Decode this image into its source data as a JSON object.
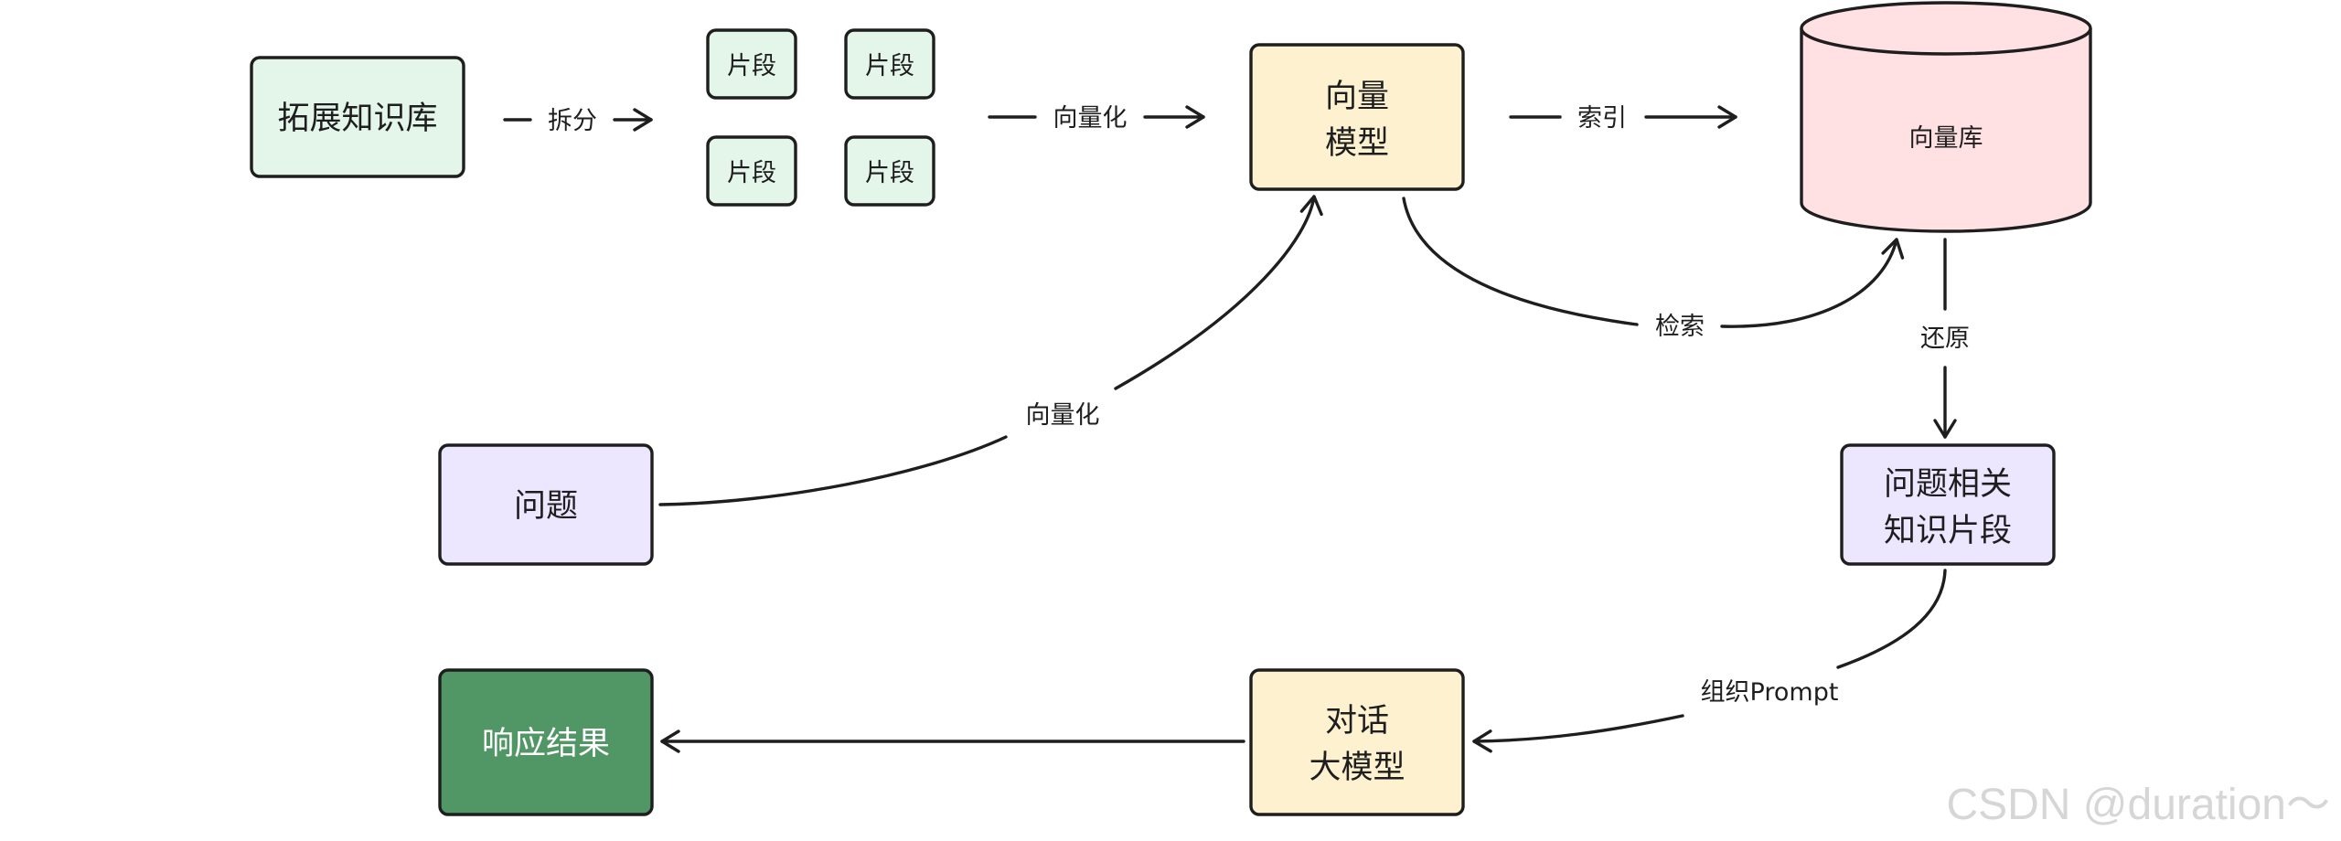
{
  "nodes": {
    "knowledge_base": "拓展知识库",
    "fragment_1": "片段",
    "fragment_2": "片段",
    "fragment_3": "片段",
    "fragment_4": "片段",
    "vector_model_line1": "向量",
    "vector_model_line2": "模型",
    "vector_db": "向量库",
    "question": "问题",
    "related_line1": "问题相关",
    "related_line2": "知识片段",
    "chat_line1": "对话",
    "chat_line2": "大模型",
    "result": "响应结果"
  },
  "edges": {
    "split": "拆分",
    "vectorize_fragments": "向量化",
    "index": "索引",
    "retrieve": "检索",
    "restore": "还原",
    "vectorize_question": "向量化",
    "build_prompt": "组织Prompt"
  },
  "watermark": "CSDN @duration～",
  "colors": {
    "green_light": "#e3f6e9",
    "yellow_light": "#fdf1cf",
    "pink_light": "#ffe0e3",
    "purple_light": "#ece6ff",
    "green_dark": "#519665",
    "stroke": "#1e1e1e"
  }
}
